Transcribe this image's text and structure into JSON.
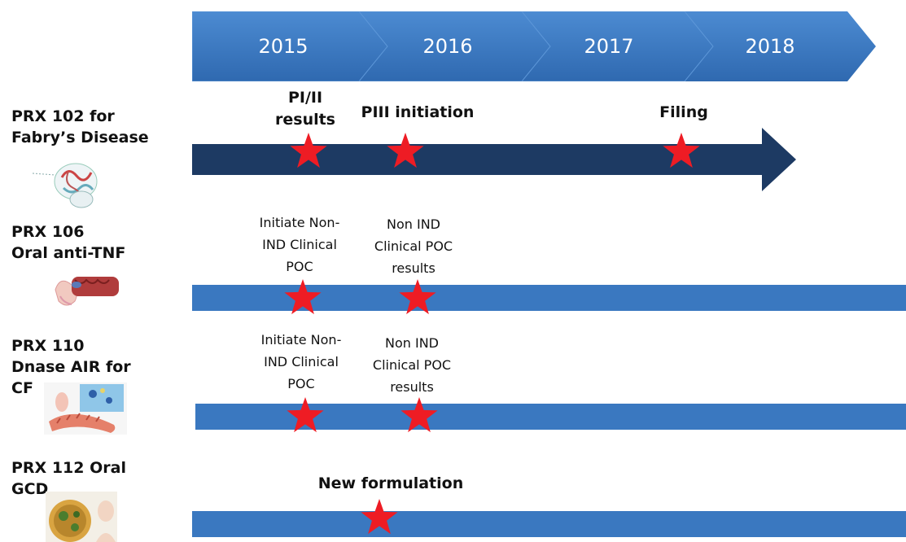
{
  "years": [
    "2015",
    "2016",
    "2017",
    "2018"
  ],
  "programs": [
    {
      "label": "PRX 102 for\nFabry’s Disease",
      "milestones": [
        "PI/II\nresults",
        "PIII  initiation",
        "Filing"
      ]
    },
    {
      "label": "PRX 106\nOral anti-TNF",
      "milestones": [
        "Initiate Non-\nIND Clinical\nPOC",
        "Non IND\nClinical POC\nresults"
      ]
    },
    {
      "label": "PRX 110\nDnase AIR for\nCF",
      "milestones": [
        "Initiate Non-\nIND Clinical\nPOC",
        "Non IND\nClinical POC\nresults"
      ]
    },
    {
      "label": "PRX 112 Oral\nGCD",
      "milestones": [
        "New formulation"
      ]
    }
  ],
  "colors": {
    "chevron_fill": "#3b7bc4",
    "chevron_edge": "#5a93d4",
    "arrow_dark": "#1d3a63",
    "bar_blue": "#3a78c0",
    "star_red": "#ee1c24"
  }
}
